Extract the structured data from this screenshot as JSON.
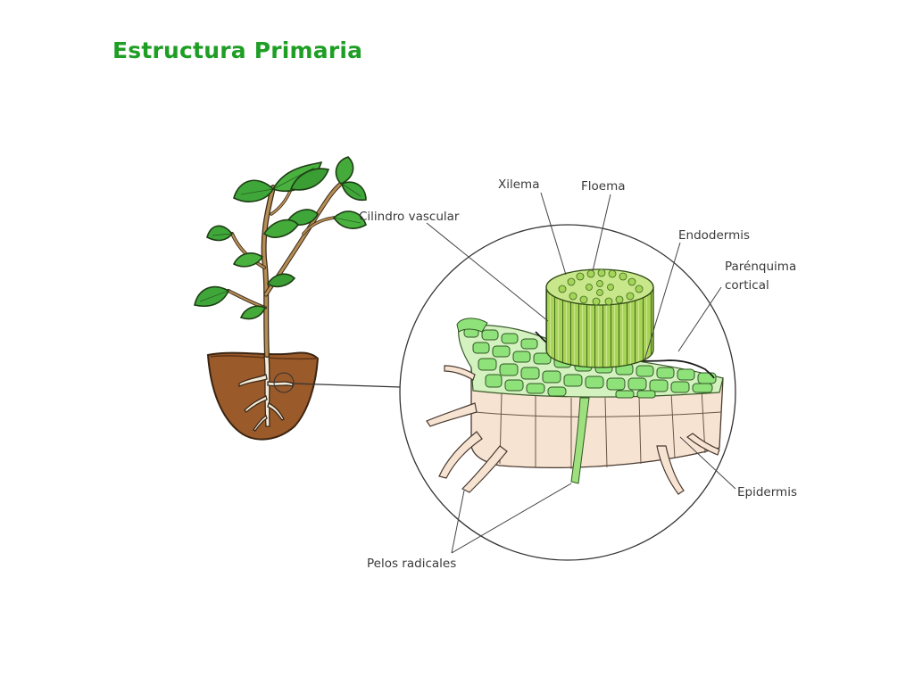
{
  "title": "Estructura Primaria",
  "labels": {
    "xilema": "Xilema",
    "floema": "Floema",
    "cilindro": "Cilindro vascular",
    "endodermis": "Endodermis",
    "parenquima_1": "Parénquima",
    "parenquima_2": "cortical",
    "epidermis": "Epidermis",
    "pelos": "Pelos radicales"
  },
  "colors": {
    "title": "#1f9e25",
    "leaf": "#3fa73a",
    "soil": "#9a5a2a",
    "vascular": "#9ccc4a",
    "endodermis": "#8fe27a",
    "epidermis": "#f7e3d2"
  }
}
